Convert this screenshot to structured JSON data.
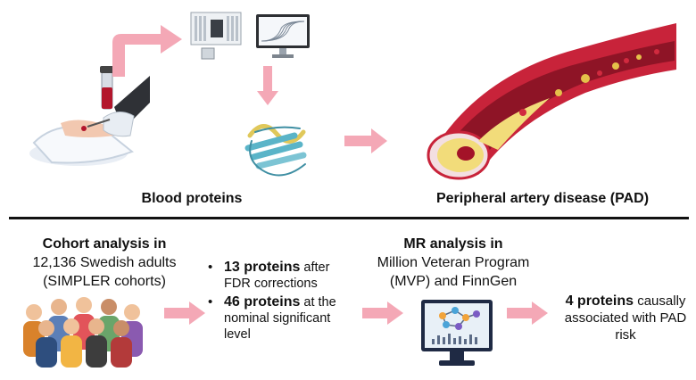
{
  "top": {
    "blood_label": "Blood proteins",
    "disease_label": "Peripheral artery disease (PAD)"
  },
  "cohort": {
    "title": "Cohort analysis in",
    "line2": "12,136 Swedish adults",
    "line3": "(SIMPLER cohorts)"
  },
  "findings": [
    {
      "bold": "13 proteins",
      "text": " after FDR corrections"
    },
    {
      "bold": "46 proteins",
      "text": " at the nominal significant level"
    }
  ],
  "mr": {
    "title": "MR analysis in",
    "line2": "Million Veteran Program",
    "line3": "(MVP) and FinnGen"
  },
  "result": {
    "bold": "4 proteins",
    "text": " causally associated with PAD risk"
  },
  "colors": {
    "arrow": "#f4a8b6",
    "artery_outer": "#c8233a",
    "plaque": "#f2dc7a",
    "protein": "#5ab4c8",
    "monitor_screen": "#e8f0f7"
  }
}
